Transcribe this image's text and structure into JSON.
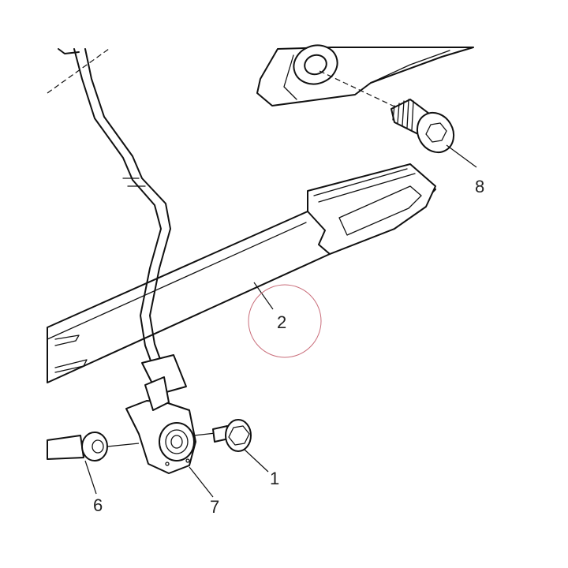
{
  "diagram": {
    "callouts": [
      {
        "id": "1",
        "label": "1"
      },
      {
        "id": "2",
        "label": "2"
      },
      {
        "id": "6",
        "label": "6"
      },
      {
        "id": "7",
        "label": "7"
      },
      {
        "id": "8",
        "label": "8"
      }
    ],
    "highlighted_callout": "2",
    "colors": {
      "line": "#111111",
      "background": "#ffffff",
      "highlight_circle": "#c96d7a"
    }
  }
}
